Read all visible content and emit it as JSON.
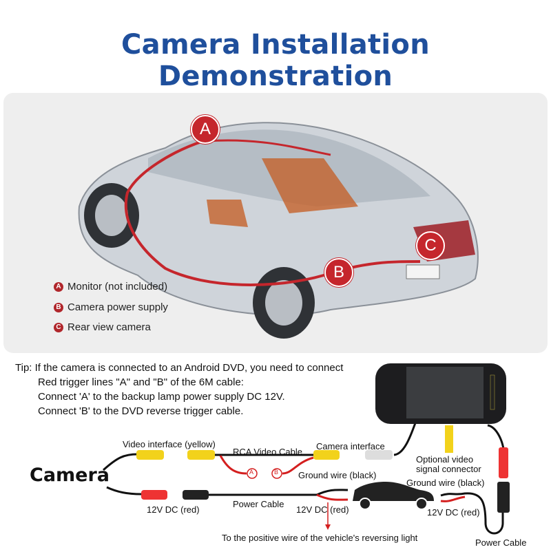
{
  "title": "Camera Installation Demonstration",
  "callouts": {
    "a": "A",
    "b": "B",
    "c": "C"
  },
  "legend": [
    {
      "key": "A",
      "label": "Monitor (not included)"
    },
    {
      "key": "B",
      "label": "Camera power supply"
    },
    {
      "key": "C",
      "label": "Rear view camera"
    }
  ],
  "tip": {
    "line1": "Tip: If the camera is connected to an Android DVD, you need to connect",
    "line2": "Red trigger lines \"A\" and \"B\" of the 6M cable:",
    "line3": "Connect 'A' to the backup lamp power supply DC 12V.",
    "line4": "Connect 'B' to the DVD reverse trigger cable."
  },
  "wiring": {
    "camera": "Camera",
    "video_interface": "Video interface (yellow)",
    "rca_cable": "RCA Video Cable",
    "camera_interface": "Camera interface",
    "optional_video": "Optional video",
    "signal_connector": "signal connector",
    "ground_wire_1": "Ground wire (black)",
    "ground_wire_2": "Ground wire (black)",
    "dc_red_1": "12V DC (red)",
    "power_cable_1": "Power Cable",
    "dc_red_2": "12V DC (red)",
    "dc_red_3": "12V DC  (red)",
    "reversing_light": "To the positive wire of the vehicle's reversing light",
    "power_cable_2": "Power Cable",
    "trigger_a": "A",
    "trigger_b": "B"
  },
  "colors": {
    "title": "#1f4f9c",
    "accent_red": "#c5262c",
    "yellow": "#f2d21b"
  }
}
